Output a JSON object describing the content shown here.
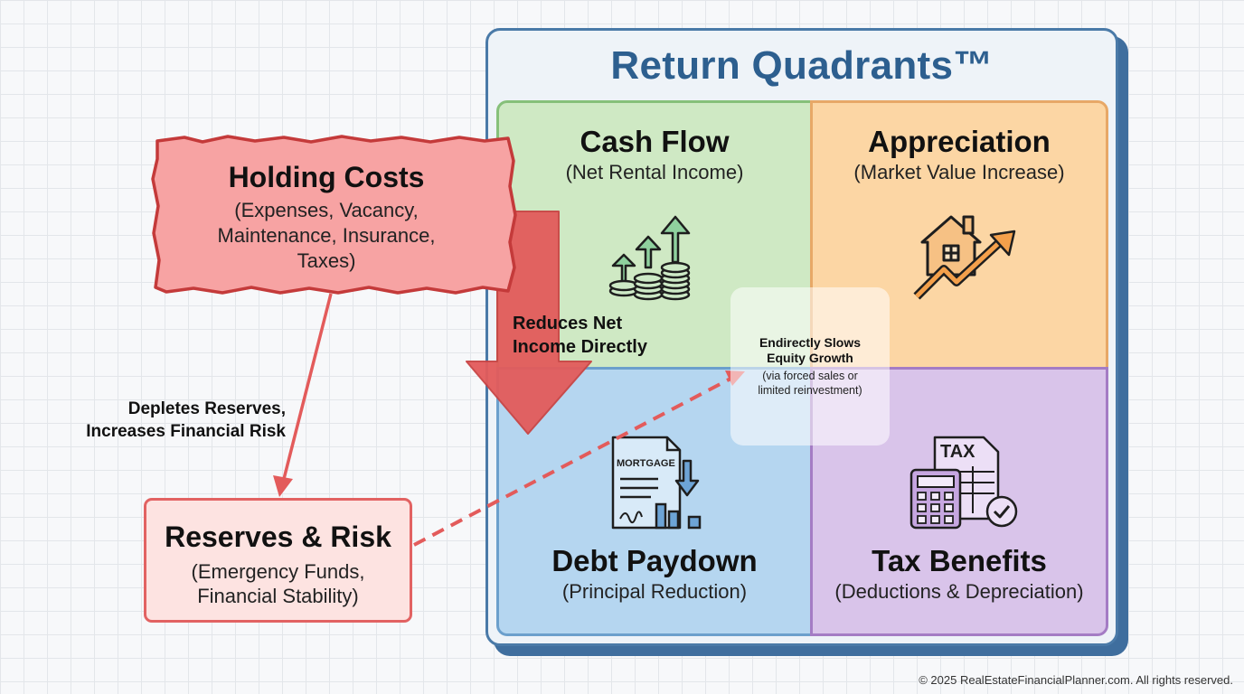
{
  "title": "Return Quadrants™",
  "quadrants": {
    "cash_flow": {
      "title": "Cash Flow",
      "subtitle": "(Net Rental Income)",
      "icon": "coin-stacks-growth-icon"
    },
    "appreciation": {
      "title": "Appreciation",
      "subtitle": "(Market Value Increase)",
      "icon": "house-trend-up-icon"
    },
    "debt_paydown": {
      "title": "Debt Paydown",
      "subtitle": "(Principal Reduction)",
      "icon": "mortgage-document-icon",
      "doc_label": "MORTGAGE"
    },
    "tax_benefits": {
      "title": "Tax Benefits",
      "subtitle": "(Deductions & Depreciation)",
      "icon": "tax-calculator-icon",
      "doc_label": "TAX"
    }
  },
  "holding_costs": {
    "title": "Holding Costs",
    "subtitle_lines": [
      "(Expenses, Vacancy,",
      "Maintenance, Insurance,",
      "Taxes)"
    ]
  },
  "reserves": {
    "title": "Reserves & Risk",
    "subtitle_lines": [
      "(Emergency Funds,",
      "Financial Stability)"
    ]
  },
  "labels": {
    "reduces": [
      "Reduces Net",
      "Income Directly"
    ],
    "depletes": [
      "Depletes Reserves,",
      "Increases Financial Risk"
    ],
    "indirect_title": [
      "Endirectly Slows",
      "Equity Growth"
    ],
    "indirect_sub": [
      "(via forced sales or",
      "limited reinvestment)"
    ]
  },
  "colors": {
    "frame": "#4a7aa8",
    "cash_flow": "#cfe9c4",
    "appreciation": "#fcd6a4",
    "debt_paydown": "#b5d6f0",
    "tax_benefits": "#d9c4ea",
    "holding_costs": "#f7a3a3",
    "arrow_red": "#e35b5b"
  },
  "copyright": "© 2025 RealEstateFinancialPlanner.com. All rights reserved."
}
